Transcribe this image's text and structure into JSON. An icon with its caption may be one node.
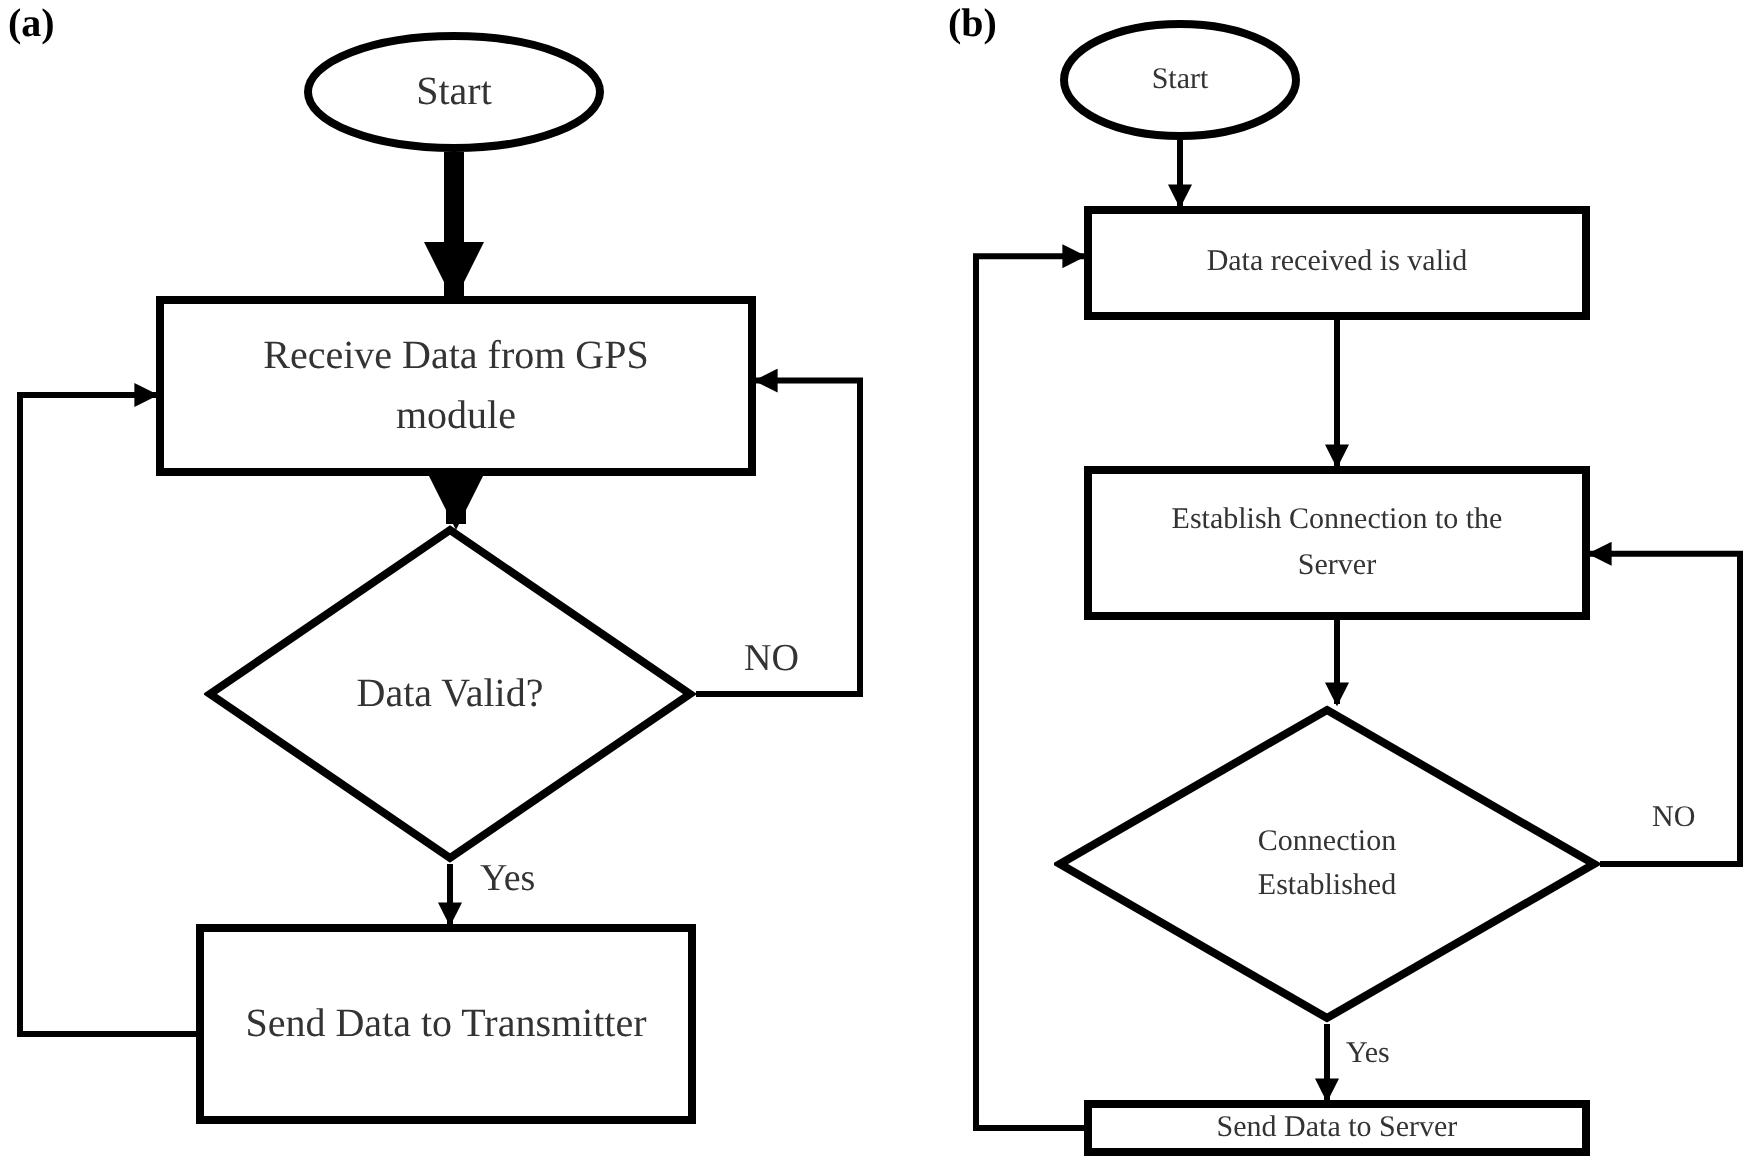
{
  "diagram": {
    "nodes": [
      {
        "text": [
          "Start"
        ]
      },
      {
        "text": [
          "Receive Data from GPS module"
        ]
      },
      {
        "text": [
          "Data Valid?"
        ]
      },
      {
        "text": [
          "Send Data to Transmitter"
        ]
      },
      {
        "text": [
          "Start"
        ]
      },
      {
        "text": [
          "Data received is valid"
        ]
      },
      {
        "text": [
          "Establish Connection to the Server"
        ]
      },
      {
        "text": [
          "Connection Established"
        ]
      },
      {
        "text": [
          "Send Data to Server"
        ]
      }
    ],
    "edges": [
      {
        "from": 0,
        "to": 1,
        "arrow": "to",
        "style": "thick"
      },
      {
        "from": 1,
        "to": 2,
        "arrow": "to",
        "style": "thick"
      },
      {
        "from": 2,
        "to": 1,
        "arrow": "to",
        "label": "NO"
      },
      {
        "from": 2,
        "to": 3,
        "arrow": "to",
        "label": "Yes"
      },
      {
        "from": 3,
        "to": 1,
        "arrow": "to"
      },
      {
        "from": 4,
        "to": 5,
        "arrow": "to"
      },
      {
        "from": 5,
        "to": 6,
        "arrow": "to"
      },
      {
        "from": 6,
        "to": 7,
        "arrow": "to"
      },
      {
        "from": 7,
        "to": 6,
        "arrow": "to",
        "label": "NO"
      },
      {
        "from": 7,
        "to": 8,
        "arrow": "to",
        "label": "Yes"
      },
      {
        "from": 8,
        "to": 5,
        "arrow": "to"
      }
    ],
    "labels": [
      "(a)",
      "(b)"
    ]
  }
}
